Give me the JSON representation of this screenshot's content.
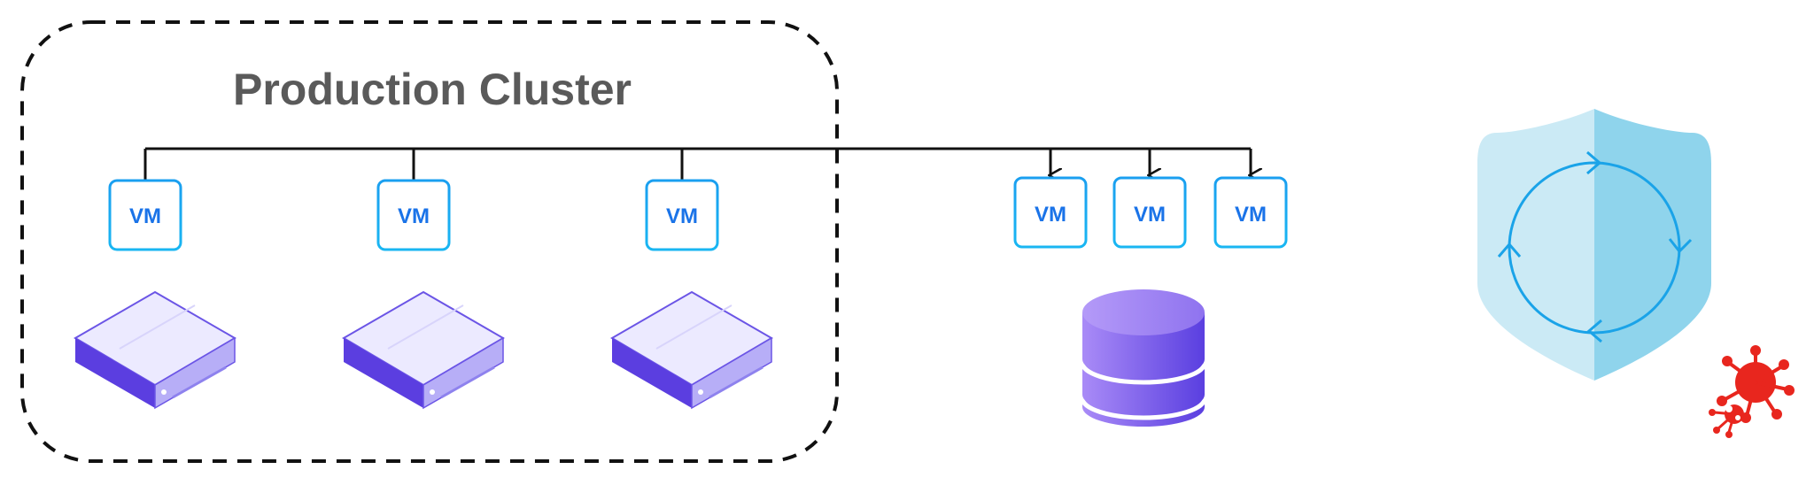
{
  "cluster": {
    "title": "Production Cluster",
    "vm_label": "VM",
    "vm_count": 3,
    "server_count": 3
  },
  "targets": {
    "vm_label": "VM",
    "vm_count": 3
  },
  "storage": {
    "icon": "database-icon"
  },
  "protection": {
    "icon": "shield-sync-icon",
    "threat_icon": "virus-icon"
  },
  "colors": {
    "vm_border": "#1fa0f0",
    "vm_text": "#1a73e8",
    "connector": "#111111",
    "server_top": "#eceaff",
    "server_side_dark": "#5b3ee0",
    "server_side_light": "#b7aef7",
    "database": "#8a67f0",
    "shield_light": "#cbeaf5",
    "shield_dark": "#8fd4ec",
    "sync_ring": "#1aa3e8",
    "virus": "#e8261e",
    "cluster_border": "#111111",
    "title": "#5a5a5a"
  }
}
